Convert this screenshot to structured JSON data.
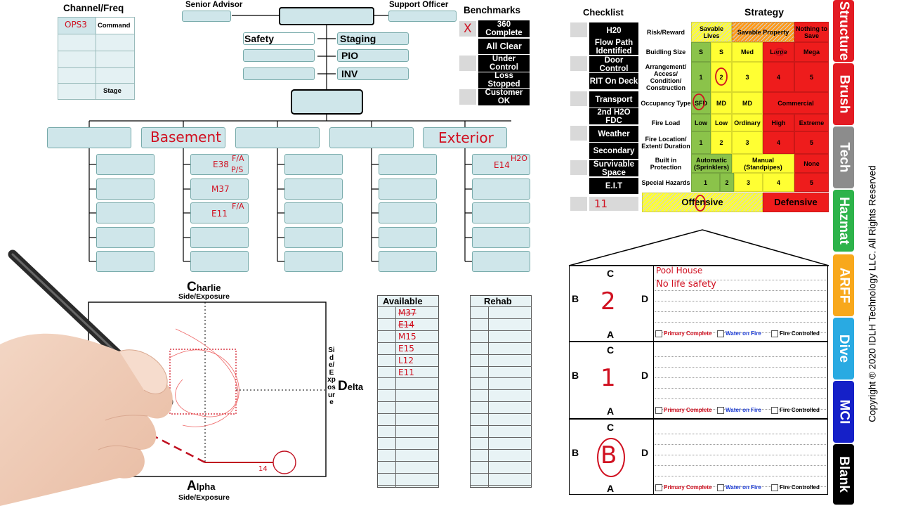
{
  "channel": {
    "title": "Channel/Freq",
    "ops": "OPS3",
    "command": "Command",
    "stage": "Stage"
  },
  "command": {
    "senior_advisor": "Senior Advisor",
    "support_officer": "Support Officer",
    "safety": "Safety",
    "staging": "Staging",
    "pio": "PIO",
    "inv": "INV"
  },
  "divisions": {
    "basement": "Basement",
    "exterior": "Exterior"
  },
  "assignments": {
    "e38": "E38",
    "fa1": "F/A",
    "ps": "P/S",
    "m37": "M37",
    "e11": "E11",
    "fa2": "F/A",
    "e14": "E14",
    "h2o": "H2O"
  },
  "benchmarks": {
    "title": "Benchmarks",
    "mark": "X",
    "items": [
      "360 Complete",
      "All Clear",
      "Under Control",
      "Loss Stopped",
      "Customer OK"
    ]
  },
  "checklist": {
    "title": "Checklist",
    "items": [
      "H20",
      "Flow Path Identified",
      "Door Control",
      "RIT On Deck",
      "Transport",
      "2nd H2O FDC",
      "Weather",
      "Secondary",
      "Survivable Space",
      "E.I.T"
    ],
    "mark": "11"
  },
  "strategy": {
    "title": "Strategy",
    "rows": [
      "Risk/Reward",
      "Buidling Size",
      "Arrangement/ Access/ Condition/ Construction",
      "Occupancy Type",
      "Fire Load",
      "Fire Location/ Extent/ Duration",
      "Built in Protection",
      "Special Hazards"
    ],
    "risk": [
      "Savable Lives",
      "Savable Property",
      "Nothing to Save"
    ],
    "size": [
      "S",
      "S",
      "Med",
      "Large",
      "Mega"
    ],
    "arrangement": [
      "1",
      "2",
      "3",
      "4",
      "5"
    ],
    "occupancy": [
      "SFD",
      "MD",
      "MD",
      "Commercial"
    ],
    "fire_load": [
      "Low",
      "Low",
      "Ordinary",
      "High",
      "Extreme"
    ],
    "location": [
      "1",
      "2",
      "3",
      "4",
      "5"
    ],
    "protection": [
      "Automatic (Sprinklers)",
      "Manual (Standpipes)",
      "None"
    ],
    "hazards": [
      "1",
      "2",
      "3",
      "4",
      "5"
    ],
    "offensive": "Offensive",
    "defensive": "Defensive",
    "colors": {
      "green": "#8bc34a",
      "yellow": "#ffff33",
      "orange": "#ff9a1a",
      "red": "#ee1c1c"
    }
  },
  "tabs": [
    {
      "label": "Structure",
      "color": "#e31b23"
    },
    {
      "label": "Brush",
      "color": "#e31b23"
    },
    {
      "label": "Tech",
      "color": "#8c8c8c"
    },
    {
      "label": "Hazmat",
      "color": "#2db34a"
    },
    {
      "label": "ARFF",
      "color": "#f8a81c"
    },
    {
      "label": "Dive",
      "color": "#29aae2"
    },
    {
      "label": "MCI",
      "color": "#1520c8"
    },
    {
      "label": "Blank",
      "color": "#000000"
    }
  ],
  "copyright": "Copyright ® 2020 IDLH Technology LLC. All Rights Reserved",
  "sides": {
    "charlie": "Charlie",
    "charlie_big": "C",
    "charlie_rest": "harlie",
    "alpha_big": "A",
    "alpha_rest": "lpha",
    "delta_big": "D",
    "delta_rest": "elta",
    "side_exposure": "Side/Exposure",
    "vertical": "Side/Exposure",
    "fourteen": "14"
  },
  "available": {
    "title": "Available",
    "units": [
      "M37",
      "E14",
      "M15",
      "E15",
      "L12",
      "E11"
    ]
  },
  "rehab": {
    "title": "Rehab"
  },
  "floors": {
    "c": "C",
    "a": "A",
    "b": "B",
    "d": "D",
    "numbers": [
      "2",
      "1",
      "B"
    ],
    "notes": [
      "Pool House",
      "No life safety"
    ],
    "primary": "Primary Complete",
    "water": "Water on Fire",
    "controlled": "Fire Controlled"
  }
}
